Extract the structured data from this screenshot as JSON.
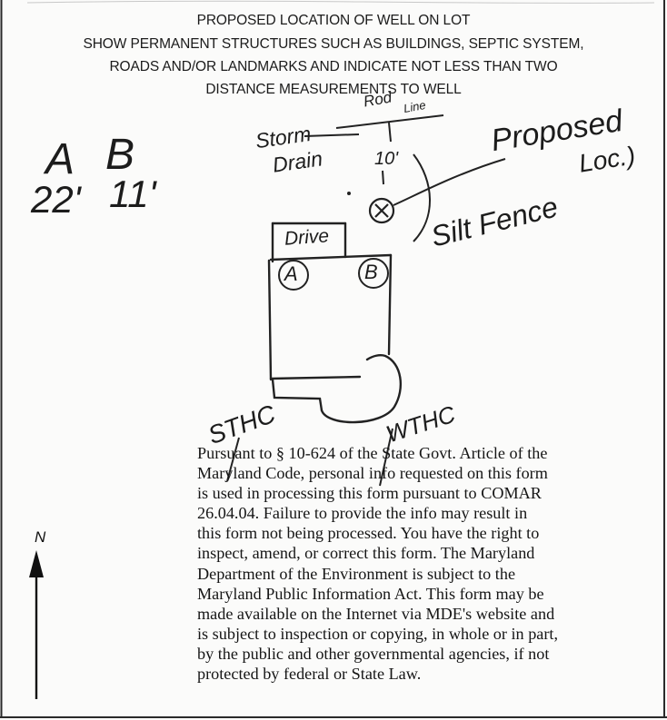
{
  "header": {
    "line1": "PROPOSED LOCATION OF WELL ON LOT",
    "line2": "SHOW PERMANENT STRUCTURES SUCH AS BUILDINGS, SEPTIC SYSTEM,",
    "line3": "ROADS AND/OR LANDMARKS AND INDICATE NOT LESS THAN TWO",
    "line4": "DISTANCE MEASUREMENTS TO WELL"
  },
  "handwriting": {
    "label_a": "A",
    "label_b": "B",
    "dist_a": "22'",
    "dist_b": "11'",
    "storm_drain_1": "Storm",
    "storm_drain_2": "Drain",
    "rod_1": "Rod",
    "rod_2": "Line",
    "ten_ft": "10'",
    "proposed_1": "Proposed",
    "proposed_2": "Loc.)",
    "silt_fence": "Silt Fence",
    "drive": "Drive",
    "circle_a": "A",
    "circle_b": "B",
    "sthc": "STHC",
    "wthc": "WTHC"
  },
  "privacy_notice": {
    "lines": [
      "Pursuant to § 10-624 of the State Govt. Article of the",
      "Maryland Code, personal info requested on this form",
      "is used in processing this form pursuant to COMAR",
      "26.04.04. Failure to provide the info may result in",
      "this form not being processed. You have the right to",
      "inspect, amend, or correct this form. The Maryland",
      "Department of the Environment is subject to the",
      "Maryland Public Information Act. This form may be",
      "made available on the Internet via MDE's website and",
      "is subject to inspection or copying, in whole or in part,",
      "by the public and other governmental  agencies, if not",
      "protected by federal or State Law."
    ]
  },
  "north_arrow": {
    "label": "N"
  }
}
